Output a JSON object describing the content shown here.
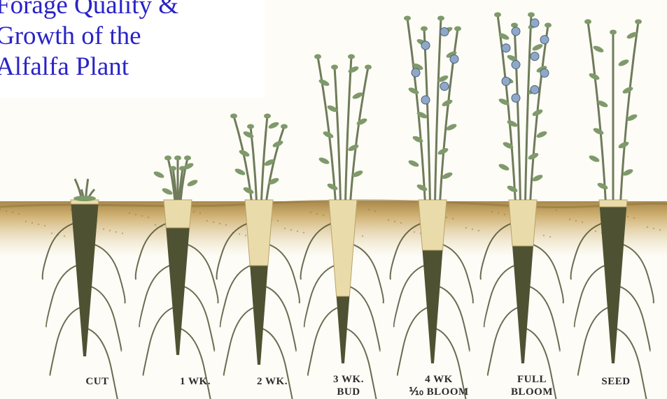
{
  "title": {
    "lines": [
      "Forage Quality &",
      "Growth of the",
      "Alfalfa Plant"
    ],
    "color": "#2a23c8"
  },
  "colors": {
    "soil": "#c9a868",
    "soil_dark": "#9a7a3e",
    "root_light": "#eadcaa",
    "root_dark": "#4f5232",
    "stem": "#6f7b5a",
    "leaf": "#7f9a6a",
    "flower": "#8ea8c8"
  },
  "stages": [
    {
      "id": "cut",
      "label_lines": [
        "CUT"
      ]
    },
    {
      "id": "1wk",
      "label_lines": [
        "1 WK."
      ]
    },
    {
      "id": "2wk",
      "label_lines": [
        "2 WK."
      ]
    },
    {
      "id": "3wk",
      "label_lines": [
        "3 WK.",
        "BUD"
      ]
    },
    {
      "id": "4wk",
      "label_lines": [
        "4 WK",
        "⅒ BLOOM"
      ]
    },
    {
      "id": "full",
      "label_lines": [
        "FULL",
        "BLOOM"
      ]
    },
    {
      "id": "seed",
      "label_lines": [
        "SEED"
      ]
    }
  ]
}
